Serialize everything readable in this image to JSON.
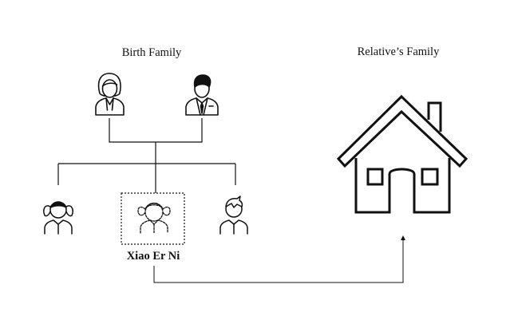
{
  "labels": {
    "birth_family": "Birth Family",
    "relative_family": "Relative’s Family",
    "child_name": "Xiao Er Ni"
  },
  "icons": {
    "mother": "woman-icon",
    "father": "man-in-suit-icon",
    "sister": "girl-with-pigtails-icon",
    "xiao_er_ni": "girl-with-braids-icon",
    "brother": "boy-icon",
    "relative_home": "house-icon"
  },
  "colors": {
    "line": "#111111",
    "background": "#ffffff"
  }
}
